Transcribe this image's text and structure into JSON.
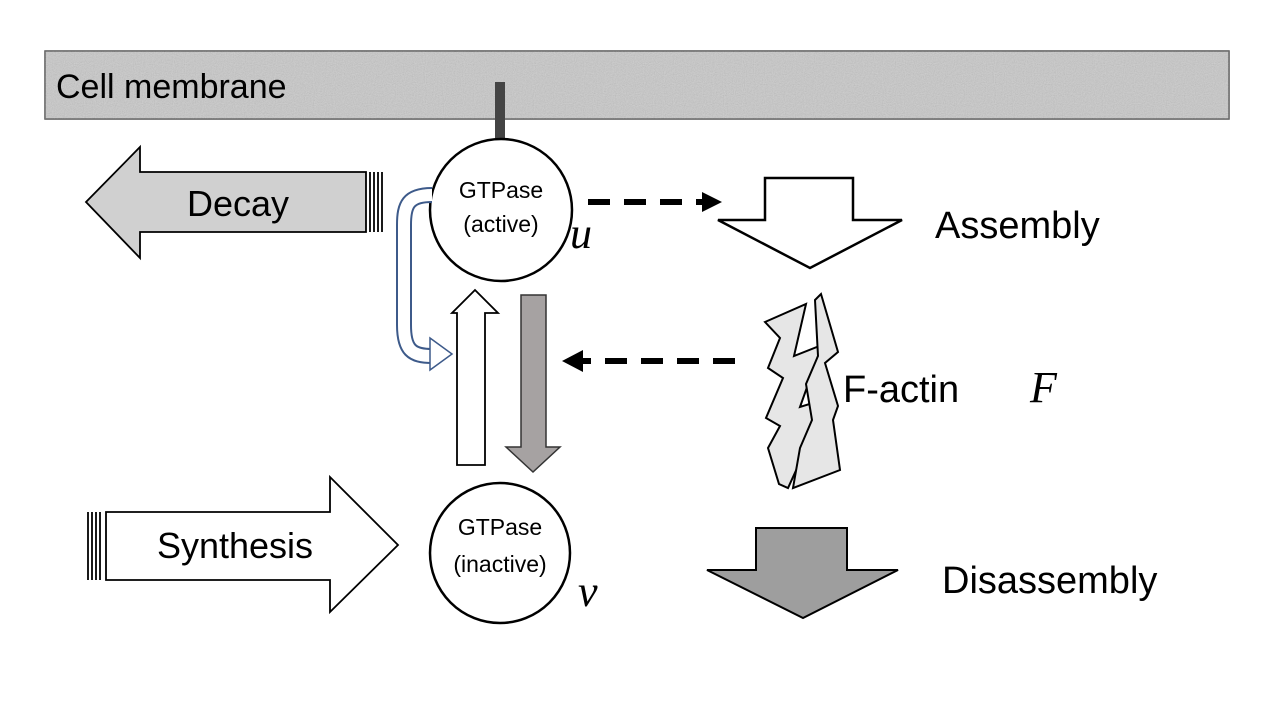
{
  "membrane": {
    "label": "Cell membrane"
  },
  "active_node": {
    "line1": "GTPase",
    "line2": "(active)",
    "variable": "u"
  },
  "inactive_node": {
    "line1": "GTPase",
    "line2": "(inactive)",
    "variable": "v"
  },
  "arrows": {
    "decay": "Decay",
    "synthesis": "Synthesis"
  },
  "outcomes": {
    "assembly": "Assembly",
    "disassembly": "Disassembly"
  },
  "factin": {
    "label": "F-actin",
    "variable": "F"
  },
  "colors": {
    "membrane_fill": "#c8c8c8",
    "decay_fill": "#d0d0d0",
    "inactivation_fill": "#a6a2a2",
    "disassembly_fill": "#9e9e9e",
    "feedback_stroke": "#3d5a8a",
    "factin_fill": "#e6e6e6"
  }
}
